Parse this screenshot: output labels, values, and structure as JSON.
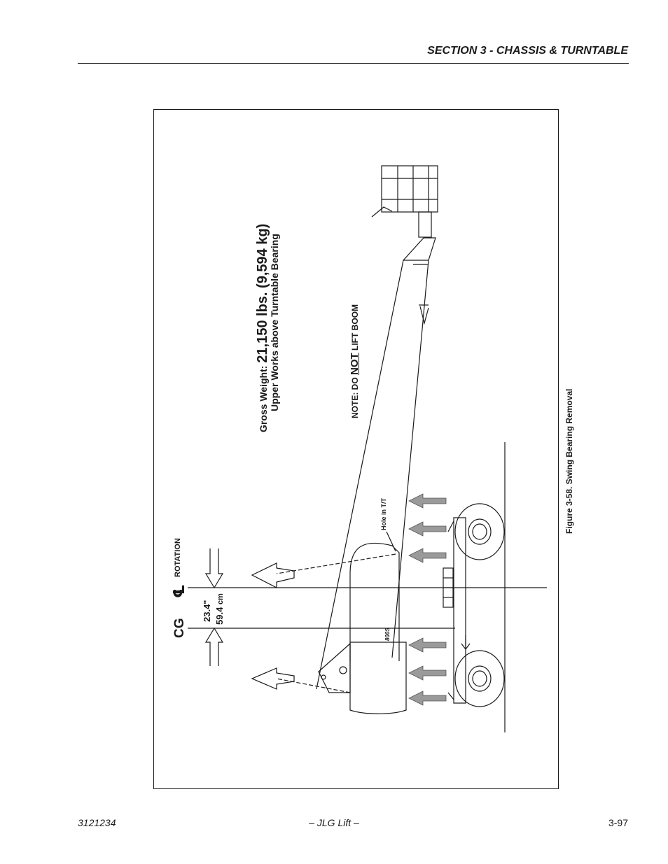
{
  "header": {
    "section_title": "SECTION 3 - CHASSIS & TURNTABLE"
  },
  "figure": {
    "gross_weight_label": "Gross Weight:",
    "gross_weight_value": "21,150 lbs. (9,594 kg)",
    "weight_subtitle": "Upper Works above Turntable Bearing",
    "note_prefix": "NOTE: DO ",
    "note_emphasis": "NOT",
    "note_suffix": " LIFT BOOM",
    "centerline_symbol": "℄",
    "rotation_label": "ROTATION",
    "cg_label": "CG",
    "offset_in": "23.4\"",
    "offset_cm_value": "59.4",
    "offset_cm_unit": "cm",
    "hole_label": "Hole in T/T",
    "decal_label": "800S",
    "caption": "Figure 3-58.  Swing Bearing Removal"
  },
  "footer": {
    "doc_number": "3121234",
    "company": "– JLG Lift –",
    "page_number": "3-97"
  }
}
